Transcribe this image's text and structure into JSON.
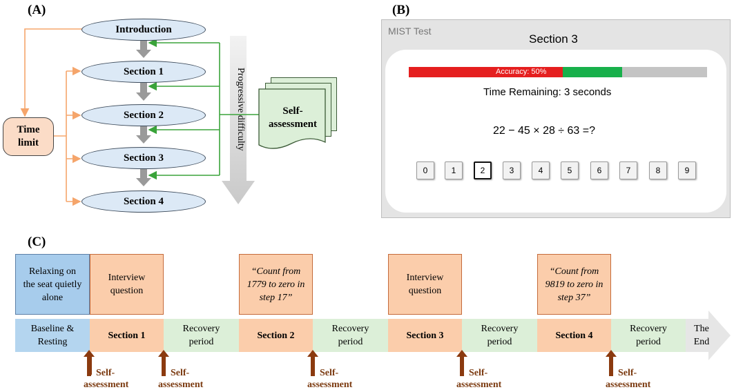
{
  "panel_labels": {
    "a": "(A)",
    "b": "(B)",
    "c": "(C)"
  },
  "panel_a": {
    "stages": [
      "Introduction",
      "Section 1",
      "Section 2",
      "Section 3",
      "Section 4"
    ],
    "time_limit": "Time limit",
    "time_limit_lines": [
      "Time",
      "limit"
    ],
    "self_assessment_lines": [
      "Self-",
      "assessment"
    ],
    "progressive_difficulty": "Progressive difficulty",
    "colors": {
      "time_arrows": "#f5a56b",
      "feedback_arrows": "#3aa33a",
      "flow_arrows": "#9a9a9a",
      "ellipse_fill": "#dce9f6"
    }
  },
  "panel_b": {
    "window_title": "MIST Test",
    "section_title": "Section 3",
    "accuracy_label": "Accuracy: 50%",
    "accuracy_fraction": 0.5,
    "bar_segments": {
      "red": 0.516,
      "green": 0.2,
      "grey": 0.284
    },
    "time_remaining": "Time Remaining: 3 seconds",
    "equation": "22 − 45 × 28 ÷ 63 =?",
    "keys": [
      "0",
      "1",
      "2",
      "3",
      "4",
      "5",
      "6",
      "7",
      "8",
      "9"
    ],
    "selected_key": "2"
  },
  "panel_c": {
    "top_boxes": [
      {
        "lines": [
          "Relaxing on",
          "the seat quietly",
          "alone"
        ],
        "italic": false
      },
      {
        "lines": [
          "Interview",
          "question"
        ],
        "italic": false
      },
      {
        "lines": [
          "“Count from",
          "1779 to zero in",
          "step 17”"
        ],
        "italic": true
      },
      {
        "lines": [
          "Interview",
          "question"
        ],
        "italic": false
      },
      {
        "lines": [
          "“Count from",
          "9819 to zero in",
          "step 37”"
        ],
        "italic": true
      }
    ],
    "timeline": [
      {
        "lines": [
          "Baseline &",
          "Resting"
        ],
        "kind": "baseline"
      },
      {
        "lines": [
          "Section 1"
        ],
        "kind": "section"
      },
      {
        "lines": [
          "Recovery",
          "period"
        ],
        "kind": "recovery"
      },
      {
        "lines": [
          "Section 2"
        ],
        "kind": "section"
      },
      {
        "lines": [
          "Recovery",
          "period"
        ],
        "kind": "recovery"
      },
      {
        "lines": [
          "Section 3"
        ],
        "kind": "section"
      },
      {
        "lines": [
          "Recovery",
          "period"
        ],
        "kind": "recovery"
      },
      {
        "lines": [
          "Section 4"
        ],
        "kind": "section"
      },
      {
        "lines": [
          "Recovery",
          "period"
        ],
        "kind": "recovery"
      },
      {
        "lines": [
          "The",
          "End"
        ],
        "kind": "end"
      }
    ],
    "self_assessment_lines": [
      "Self-",
      "assessment"
    ],
    "arrow_color": "#8b3a0f"
  }
}
